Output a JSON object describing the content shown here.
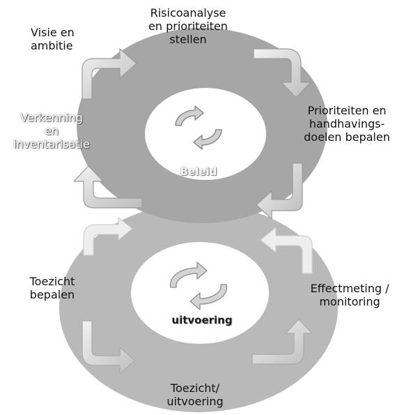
{
  "diagram": {
    "top_loop": {
      "center_label": "Beleid",
      "steps": [
        {
          "id": "risico",
          "label": "Risicoanalyse\nen prioriteiten\nstellen"
        },
        {
          "id": "visie",
          "label": "Visie en\nambitie"
        },
        {
          "id": "prio",
          "label": "Prioriteiten en\nhandhavings-\ndoelen bepalen"
        },
        {
          "id": "verkenning",
          "label": "Verkenning\nen\ninventarisatie"
        }
      ]
    },
    "bottom_loop": {
      "center_label": "uitvoering",
      "steps": [
        {
          "id": "toezicht_bepalen",
          "label": "Toezicht\nbepalen"
        },
        {
          "id": "effectmeting",
          "label": "Effectmeting /\nmonitoring"
        },
        {
          "id": "toezicht_uitvoering",
          "label": "Toezicht/\nuitvoering"
        }
      ]
    },
    "colors": {
      "ring_top": "#a6a6a6",
      "ring_bottom": "#b9b9b9",
      "arrow_fill": "#d9d9d9",
      "arrow_stroke": "#9c9c9c"
    }
  }
}
